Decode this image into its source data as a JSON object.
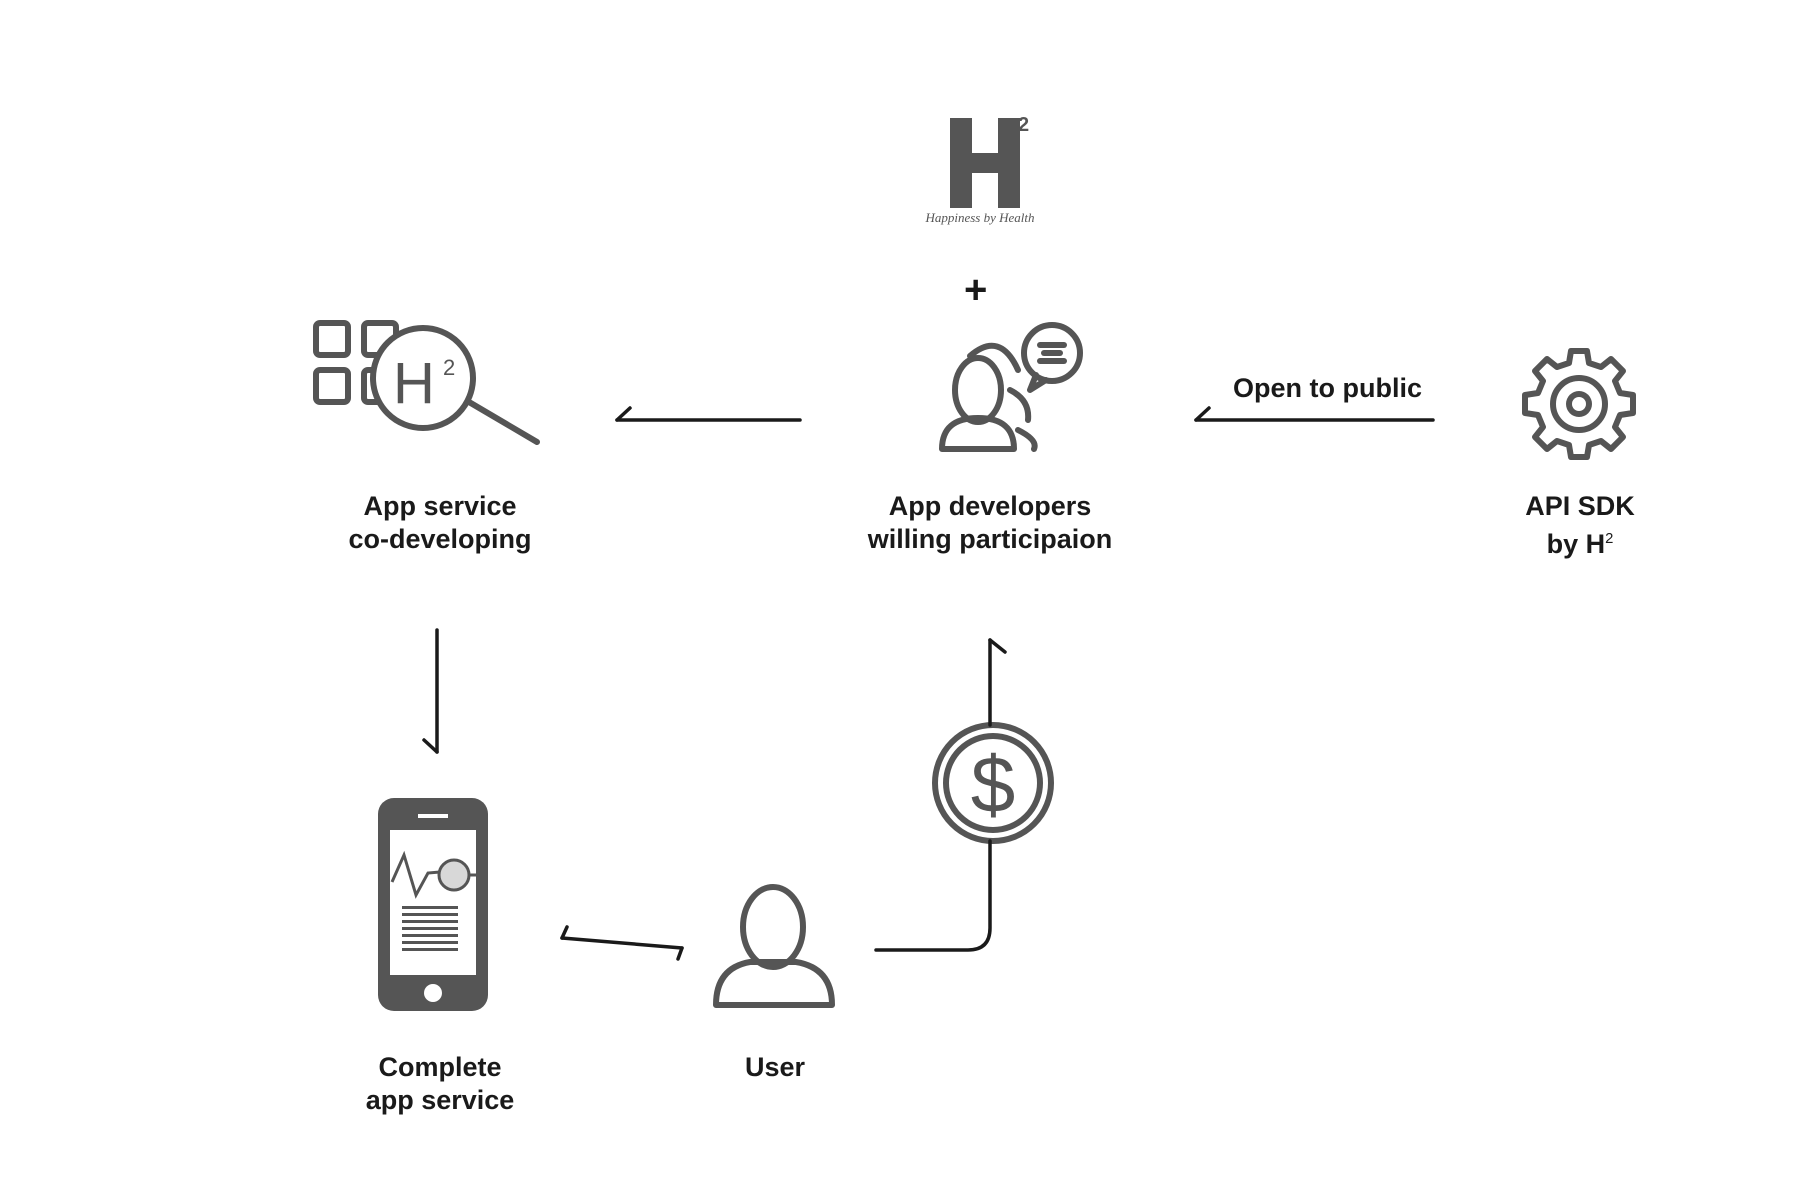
{
  "logo": {
    "mark": "H",
    "superscript": "2",
    "tagline": "Happiness by Health"
  },
  "plus_sign": "+",
  "nodes": {
    "app_service": {
      "line1": "App service",
      "line2": "co-developing",
      "icon": "app-grid-magnifier-icon"
    },
    "developers": {
      "line1": "App developers",
      "line2": "willing participaion",
      "icon": "developers-chat-icon"
    },
    "api_sdk": {
      "line1": "API SDK",
      "line2_prefix": "by H",
      "line2_sup": "2",
      "icon": "gear-icon"
    },
    "complete_app": {
      "line1": "Complete",
      "line2": "app service",
      "icon": "smartphone-icon"
    },
    "user": {
      "line1": "User",
      "icon": "user-icon"
    }
  },
  "edges": {
    "open_to_public": "Open to public",
    "money_icon": "dollar-coin-icon"
  },
  "icon_texts": {
    "magnifier_letter": "H",
    "magnifier_sup": "2",
    "coin_symbol": "$"
  },
  "colors": {
    "icon": "#555555",
    "line": "#1a1a1a",
    "text": "#1a1a1a"
  }
}
